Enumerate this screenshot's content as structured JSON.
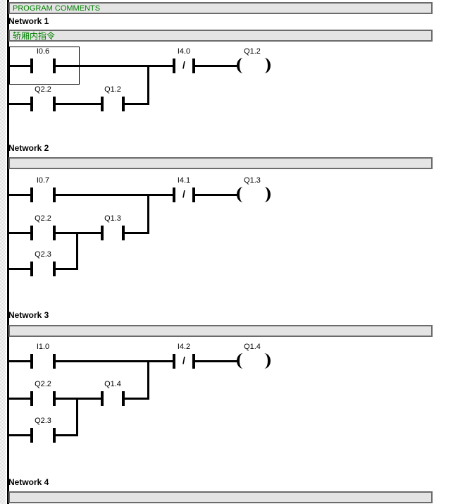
{
  "header": {
    "program_comments": "PROGRAM COMMENTS"
  },
  "symbols": {
    "nc_slash": "/"
  },
  "colors": {
    "comment_text_green": "#008000",
    "comment_bar_fill": "#e4e4e4",
    "comment_bar_border": "#6b6b6b",
    "wire_black": "#000000",
    "background": "#ffffff"
  },
  "networks": [
    {
      "title": "Network 1",
      "comment": "轿厢内指令",
      "elements": {
        "contact1": "I0.6",
        "nc_contact": "I4.0",
        "coil": "Q1.2",
        "branch_contact1": "Q2.2",
        "branch_contact2": "Q1.2"
      }
    },
    {
      "title": "Network 2",
      "comment": "",
      "elements": {
        "contact1": "I0.7",
        "nc_contact": "I4.1",
        "coil": "Q1.3",
        "branch_contact1": "Q2.2",
        "branch_contact2": "Q1.3",
        "branch2_contact1": "Q2.3"
      }
    },
    {
      "title": "Network 3",
      "comment": "",
      "elements": {
        "contact1": "I1.0",
        "nc_contact": "I4.2",
        "coil": "Q1.4",
        "branch_contact1": "Q2.2",
        "branch_contact2": "Q1.4",
        "branch2_contact1": "Q2.3"
      }
    },
    {
      "title": "Network 4",
      "comment": ""
    }
  ]
}
